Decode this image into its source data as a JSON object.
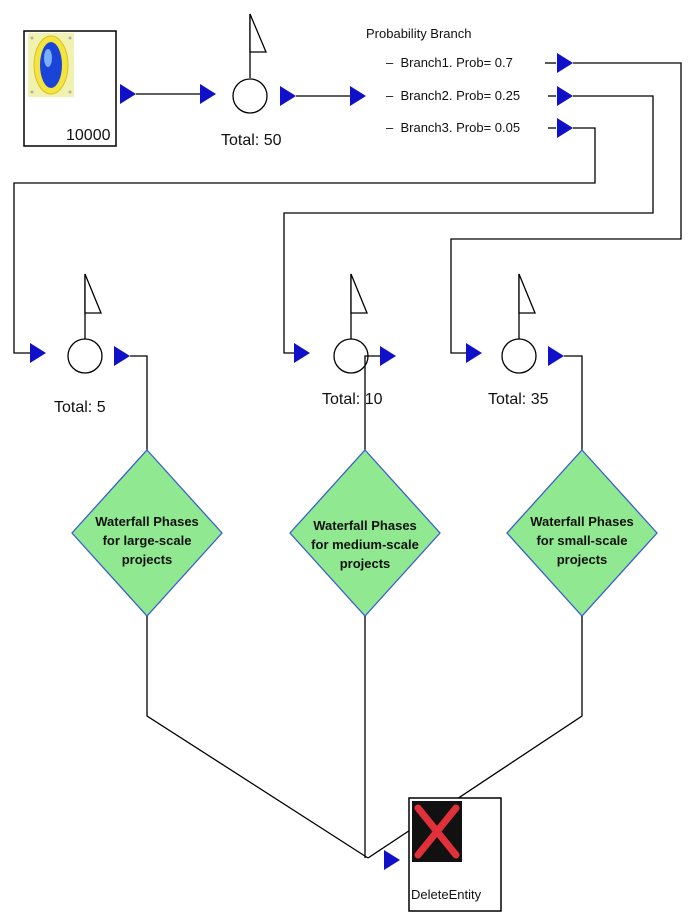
{
  "source": {
    "count": "10000"
  },
  "main_counter": {
    "total": "Total: 50"
  },
  "branch": {
    "title": "Probability Branch",
    "items": [
      {
        "label": "Branch1.  Prob= 0.7"
      },
      {
        "label": "Branch2.  Prob= 0.25"
      },
      {
        "label": "Branch3.  Prob= 0.05"
      }
    ]
  },
  "counters": [
    {
      "total": "Total: 5"
    },
    {
      "total": "Total: 10"
    },
    {
      "total": "Total: 35"
    }
  ],
  "phases": [
    {
      "line1": "Waterfall Phases",
      "line2": "for large-scale",
      "line3": "projects"
    },
    {
      "line1": "Waterfall Phases",
      "line2": "for medium-scale",
      "line3": "projects"
    },
    {
      "line1": "Waterfall Phases",
      "line2": "for small-scale",
      "line3": "projects"
    }
  ],
  "sink": {
    "label": "DeleteEntity"
  },
  "colors": {
    "port": "#1010c8",
    "diamond_fill": "#90e890",
    "diamond_stroke": "#3a5fcd",
    "delete_x": "#e0303a"
  }
}
